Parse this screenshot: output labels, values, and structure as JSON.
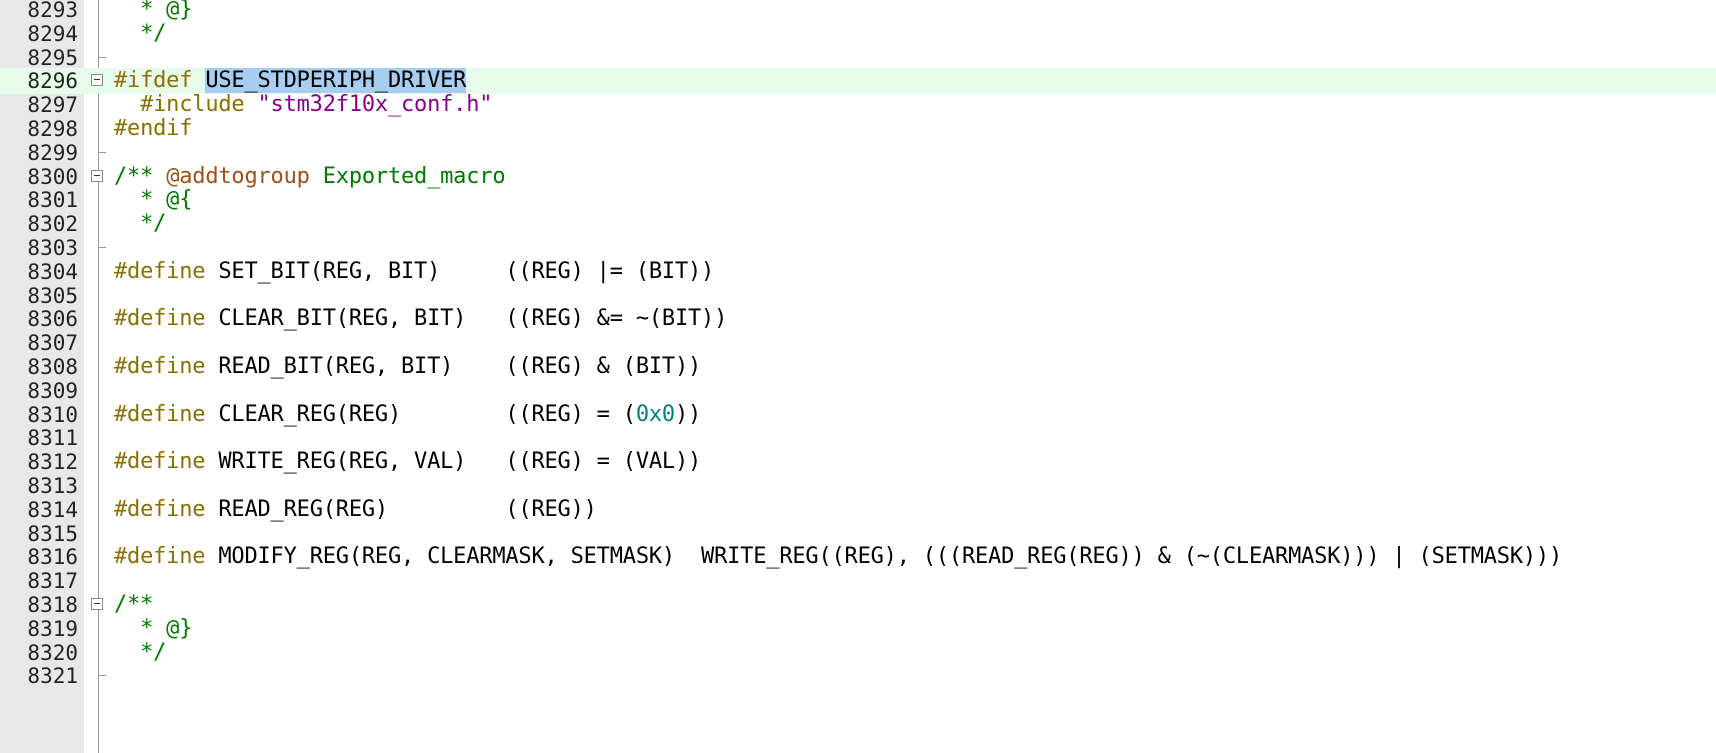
{
  "editor": {
    "lines": [
      {
        "no": "8293",
        "tokens": [
          {
            "t": "  * @}",
            "k": "cm"
          }
        ],
        "fold": null
      },
      {
        "no": "8294",
        "tokens": [
          {
            "t": "  */",
            "k": "cm"
          }
        ],
        "fold": null
      },
      {
        "no": "8295",
        "tokens": [],
        "fold": "end"
      },
      {
        "no": "8296",
        "tokens": [
          {
            "t": "#ifdef ",
            "k": "pp"
          },
          {
            "t": "USE_STDPERIPH_DRIVER",
            "k": "sel"
          }
        ],
        "fold": "open",
        "active": true
      },
      {
        "no": "8297",
        "tokens": [
          {
            "t": "  #include ",
            "k": "pp"
          },
          {
            "t": "\"stm32f10x_conf.h\"",
            "k": "str"
          }
        ],
        "fold": null
      },
      {
        "no": "8298",
        "tokens": [
          {
            "t": "#endif",
            "k": "pp"
          }
        ],
        "fold": null
      },
      {
        "no": "8299",
        "tokens": [],
        "fold": "end"
      },
      {
        "no": "8300",
        "tokens": [
          {
            "t": "/** ",
            "k": "cm"
          },
          {
            "t": "@addtogroup",
            "k": "tag"
          },
          {
            "t": " Exported_macro",
            "k": "cm"
          }
        ],
        "fold": "open"
      },
      {
        "no": "8301",
        "tokens": [
          {
            "t": "  * @{",
            "k": "cm"
          }
        ],
        "fold": null
      },
      {
        "no": "8302",
        "tokens": [
          {
            "t": "  */",
            "k": "cm"
          }
        ],
        "fold": null
      },
      {
        "no": "8303",
        "tokens": [],
        "fold": "end"
      },
      {
        "no": "8304",
        "tokens": [
          {
            "t": "#define ",
            "k": "pp"
          },
          {
            "t": "SET_BIT(REG, BIT)     ((REG) |= (BIT))",
            "k": "plain"
          }
        ],
        "fold": null
      },
      {
        "no": "8305",
        "tokens": [],
        "fold": null
      },
      {
        "no": "8306",
        "tokens": [
          {
            "t": "#define ",
            "k": "pp"
          },
          {
            "t": "CLEAR_BIT(REG, BIT)   ((REG) &= ~(BIT))",
            "k": "plain"
          }
        ],
        "fold": null
      },
      {
        "no": "8307",
        "tokens": [],
        "fold": null
      },
      {
        "no": "8308",
        "tokens": [
          {
            "t": "#define ",
            "k": "pp"
          },
          {
            "t": "READ_BIT(REG, BIT)    ((REG) & (BIT))",
            "k": "plain"
          }
        ],
        "fold": null
      },
      {
        "no": "8309",
        "tokens": [],
        "fold": null
      },
      {
        "no": "8310",
        "tokens": [
          {
            "t": "#define ",
            "k": "pp"
          },
          {
            "t": "CLEAR_REG(REG)        ((REG) = (",
            "k": "plain"
          },
          {
            "t": "0x0",
            "k": "num"
          },
          {
            "t": "))",
            "k": "plain"
          }
        ],
        "fold": null
      },
      {
        "no": "8311",
        "tokens": [],
        "fold": null
      },
      {
        "no": "8312",
        "tokens": [
          {
            "t": "#define ",
            "k": "pp"
          },
          {
            "t": "WRITE_REG(REG, VAL)   ((REG) = (VAL))",
            "k": "plain"
          }
        ],
        "fold": null
      },
      {
        "no": "8313",
        "tokens": [],
        "fold": null
      },
      {
        "no": "8314",
        "tokens": [
          {
            "t": "#define ",
            "k": "pp"
          },
          {
            "t": "READ_REG(REG)         ((REG))",
            "k": "plain"
          }
        ],
        "fold": null
      },
      {
        "no": "8315",
        "tokens": [],
        "fold": null
      },
      {
        "no": "8316",
        "tokens": [
          {
            "t": "#define ",
            "k": "pp"
          },
          {
            "t": "MODIFY_REG(REG, CLEARMASK, SETMASK)  WRITE_REG((REG), (((READ_REG(REG)) & (~(CLEARMASK))) | (SETMASK)))",
            "k": "plain"
          }
        ],
        "fold": null
      },
      {
        "no": "8317",
        "tokens": [],
        "fold": null
      },
      {
        "no": "8318",
        "tokens": [
          {
            "t": "/**",
            "k": "cm"
          }
        ],
        "fold": "open"
      },
      {
        "no": "8319",
        "tokens": [
          {
            "t": "  * @}",
            "k": "cm"
          }
        ],
        "fold": null
      },
      {
        "no": "8320",
        "tokens": [
          {
            "t": "  */",
            "k": "cm"
          }
        ],
        "fold": null
      },
      {
        "no": "8321",
        "tokens": [],
        "fold": "end"
      }
    ]
  }
}
